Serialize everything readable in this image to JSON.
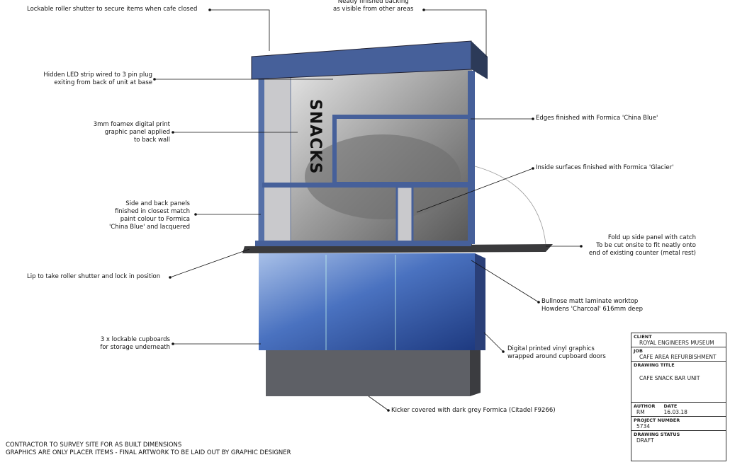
{
  "annotations": {
    "roller_shutter": "Lockable roller shutter to secure items when cafe closed",
    "backing_1": "Neatly finished backing",
    "backing_2": "as visible from other areas",
    "led_1": "Hidden LED strip wired to 3 pin plug",
    "led_2": "exiting from back of unit at base",
    "foamex_1": "3mm foamex digital print",
    "foamex_2": "graphic panel applied",
    "foamex_3": "to back wall",
    "side_1": "Side and back panels",
    "side_2": "finished in closest match",
    "side_3": "paint colour to Formica",
    "side_4": "'China Blue' and lacquered",
    "lip": "Lip to take roller shutter and lock in position",
    "cupboards_1": "3 x lockable cupboards",
    "cupboards_2": "for storage underneath",
    "edges": "Edges finished with Formica 'China Blue'",
    "inside": "Inside surfaces finished with Formica 'Glacier'",
    "fold_1": "Fold up side panel with catch",
    "fold_2": "To be cut onsite to fit neatly onto",
    "fold_3": "end of existing counter (metal rest)",
    "worktop_1": "Bullnose matt laminate worktop",
    "worktop_2": "Howdens 'Charcoal' 616mm deep",
    "vinyl_1": "Digital printed vinyl graphics",
    "vinyl_2": "wrapped around cupboard doors",
    "kicker": "Kicker covered with dark grey Formica (Citadel F9266)"
  },
  "graphic_text": "SNACKS",
  "footer": {
    "line1": "CONTRACTOR TO SURVEY SITE FOR AS BUILT DIMENSIONS",
    "line2": "GRAPHICS ARE ONLY PLACER ITEMS - FINAL ARTWORK TO BE LAID OUT BY GRAPHIC DESIGNER"
  },
  "title_block": {
    "client_label": "CLIENT",
    "client": "ROYAL ENGINEERS MUSEUM",
    "job_label": "JOB",
    "job": "CAFE AREA REFURBISHMENT",
    "title_label": "DRAWING TITLE",
    "title": "CAFE SNACK BAR UNIT",
    "author_label": "AUTHOR",
    "author": "RM",
    "date_label": "DATE",
    "date": "16.03.18",
    "project_label": "PROJECT NUMBER",
    "project": "5734",
    "status_label": "DRAWING STATUS",
    "status": "DRAFT"
  },
  "colors": {
    "china_blue": "#46609a",
    "charcoal": "#3a3a3c",
    "kicker": "#5e6066"
  }
}
